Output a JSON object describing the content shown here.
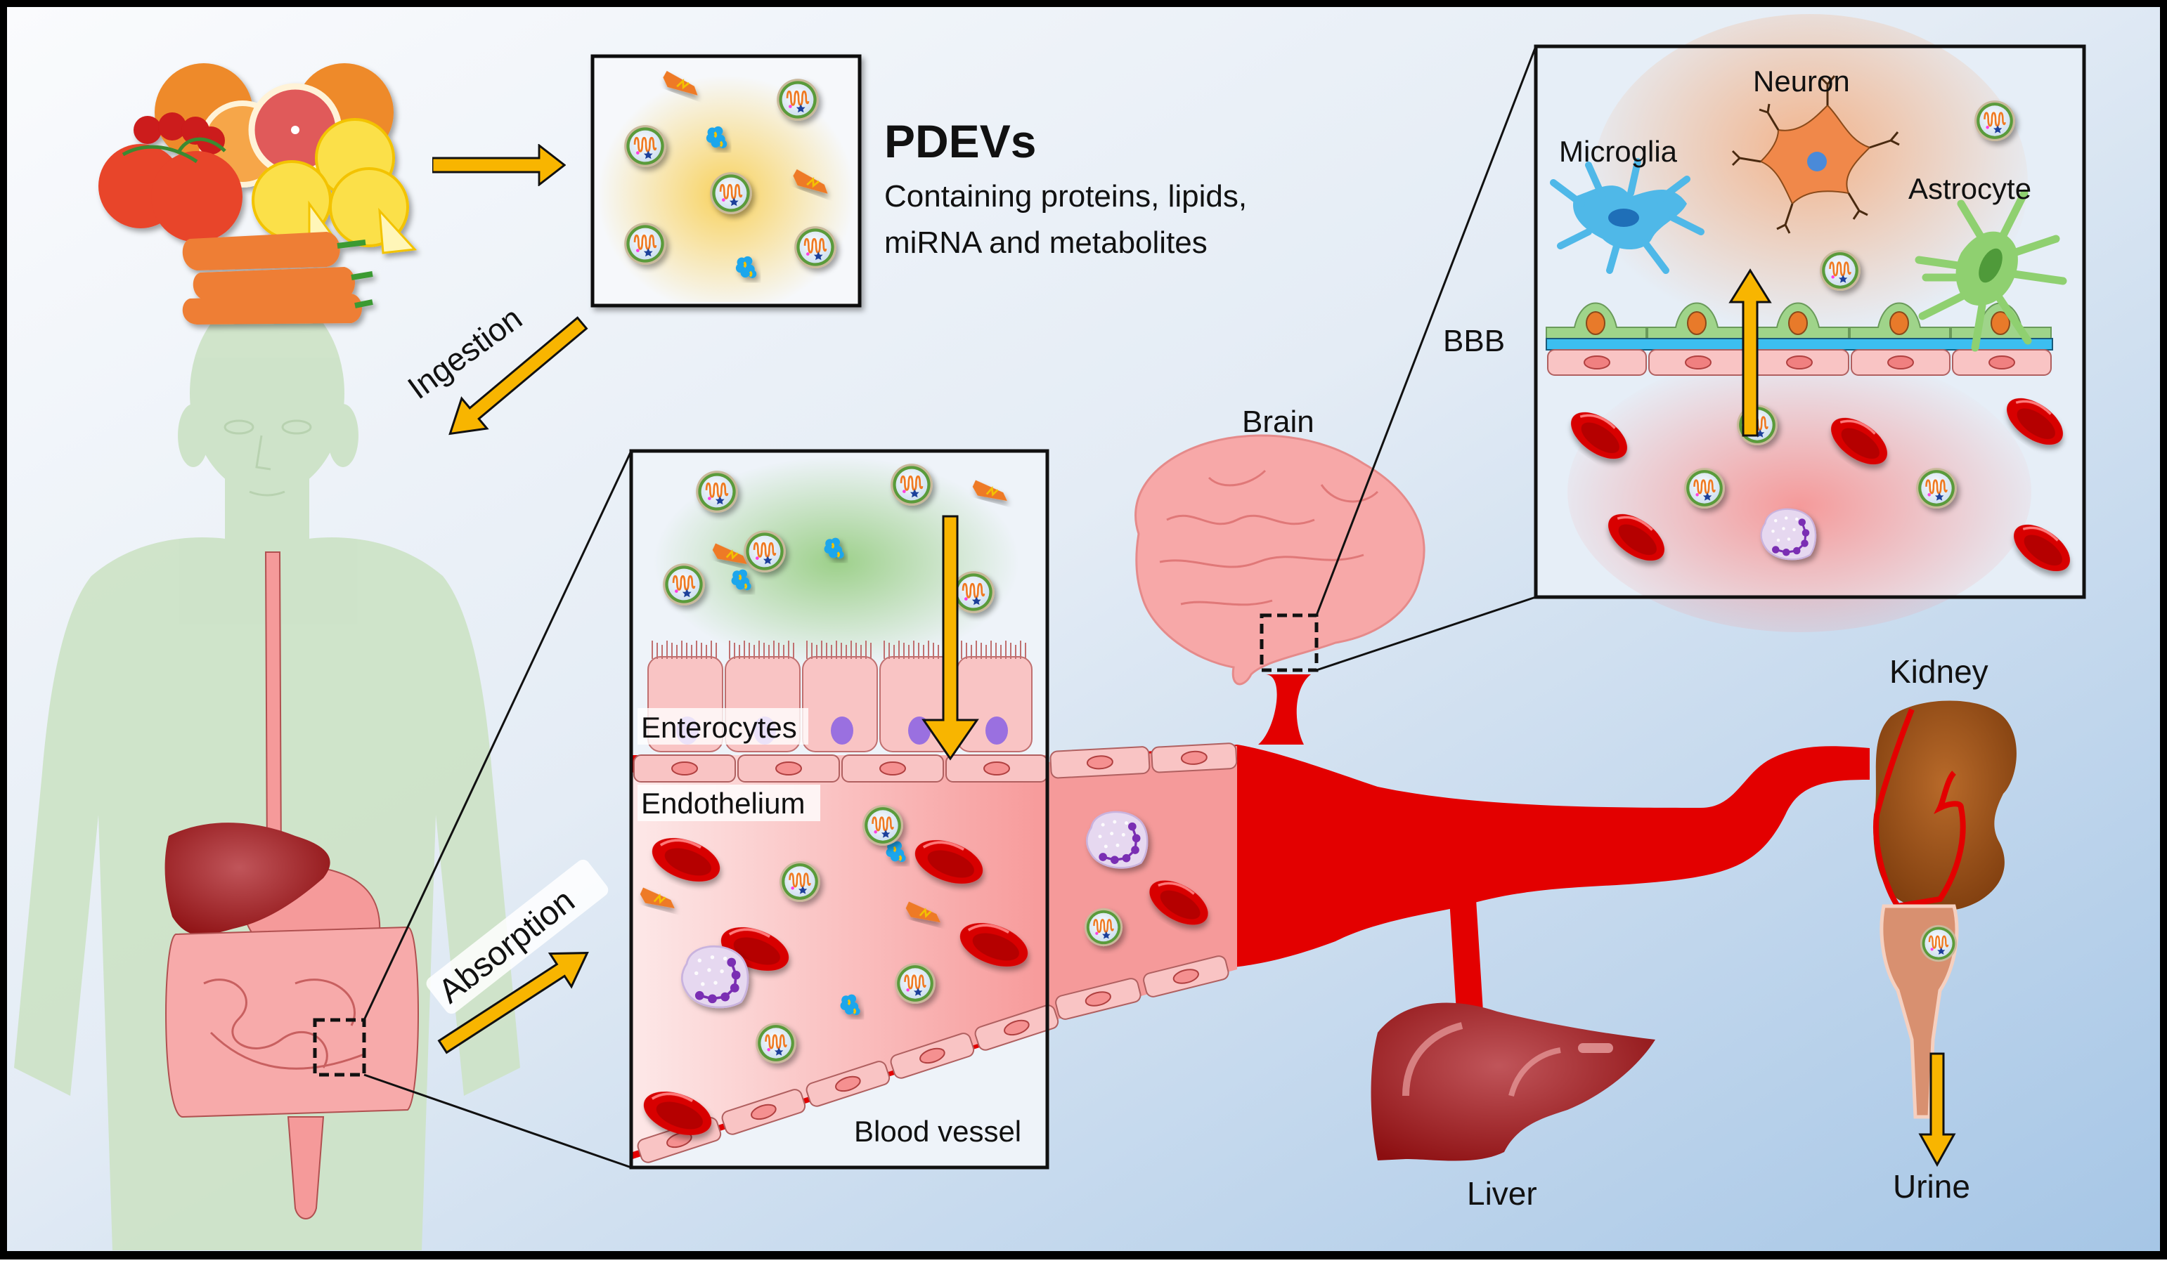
{
  "title": "PDEVs",
  "subtitle_lines": [
    "Containing proteins, lipids,",
    "miRNA and metabolites"
  ],
  "labels": {
    "ingestion": "Ingestion",
    "absorption": "Absorption",
    "enterocytes": "Enterocytes",
    "endothelium": "Endothelium",
    "blood_vessel": "Blood vessel",
    "brain": "Brain",
    "bbb": "BBB",
    "neuron": "Neuron",
    "microglia": "Microglia",
    "astrocyte": "Astrocyte",
    "kidney": "Kidney",
    "liver": "Liver",
    "urine": "Urine"
  },
  "food_items": [
    "orange",
    "grapefruit",
    "strawberry",
    "tomato",
    "lemon",
    "carrot"
  ],
  "colors": {
    "arrow": "#f8b500",
    "blood": "#e30000",
    "vesicle_ring": "#5a9b3a",
    "rbc": "#e00000",
    "body": "#cde3c7",
    "gut": "#f59a9a",
    "liver": "#a01818",
    "kidney": "#8a4514",
    "neuron": "#f0884a",
    "microglia": "#4fb8e8",
    "astrocyte": "#8fd070",
    "background_top": "#f6f8fb",
    "background_bottom": "#a9c8e6"
  },
  "icons": {
    "vesicle": "extracellular-vesicle-icon",
    "protein": "protein-icon",
    "lipid": "lipid-icon",
    "rbc": "red-blood-cell-icon",
    "leukocyte": "leukocyte-icon"
  }
}
